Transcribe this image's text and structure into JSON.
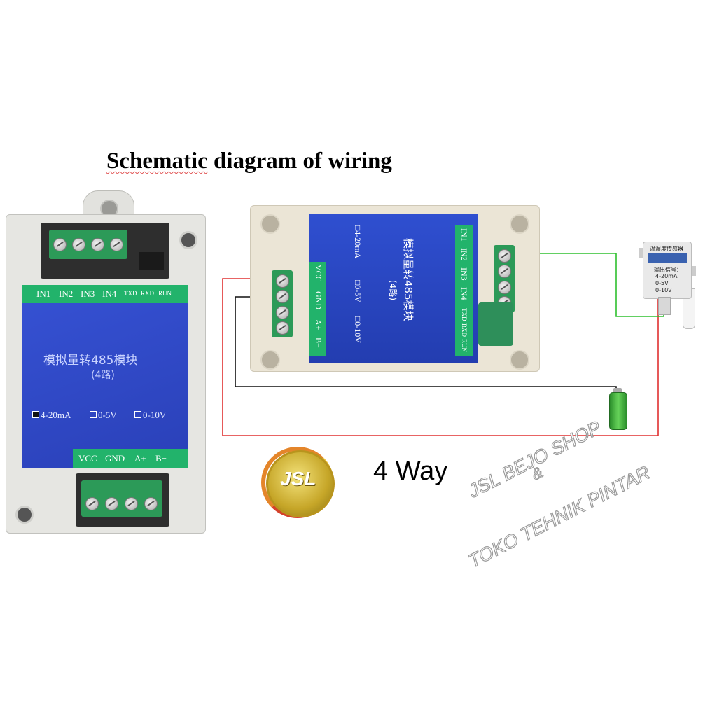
{
  "title": {
    "part1": "Schematic",
    "part2": " diagram of wiring"
  },
  "caption": "4 Way",
  "left_module": {
    "inputs": [
      "IN1",
      "IN2",
      "IN3",
      "IN4"
    ],
    "indicators": [
      "TXD",
      "RXD",
      "RUN"
    ],
    "name": "模拟量转485模块",
    "sub": "(4路)",
    "options": [
      "4-20mA",
      "0-5V",
      "0-10V"
    ],
    "power": [
      "VCC",
      "GND",
      "A+",
      "B−"
    ]
  },
  "center_module": {
    "inputs": [
      "IN1",
      "IN2",
      "IN3",
      "IN4",
      "TXD",
      "RXD",
      "RUN"
    ],
    "name": "模拟量转485模块",
    "sub": "(4路)",
    "options": [
      "□4-20mA",
      "□0-5V",
      "□0-10V"
    ],
    "power": [
      "VCC",
      "GND",
      "A+",
      "B−"
    ]
  },
  "sensor": {
    "title": "温湿度传感器",
    "lines": [
      "输出信号：",
      "4-20mA",
      "0-5V",
      "0-10V"
    ]
  },
  "logo": {
    "text": "JSL"
  },
  "watermark": {
    "line1": "JSL BEJO SHOP",
    "line2": "&",
    "line3": "TOKO TEHNIK PINTAR"
  },
  "colors": {
    "panel_blue": "#2a48c4",
    "label_green": "#22b36b",
    "wire_red": "#e03030",
    "wire_green": "#2ec02e",
    "wire_black": "#111111"
  },
  "icons": {
    "battery": "battery-icon",
    "logo": "jsl-logo"
  }
}
